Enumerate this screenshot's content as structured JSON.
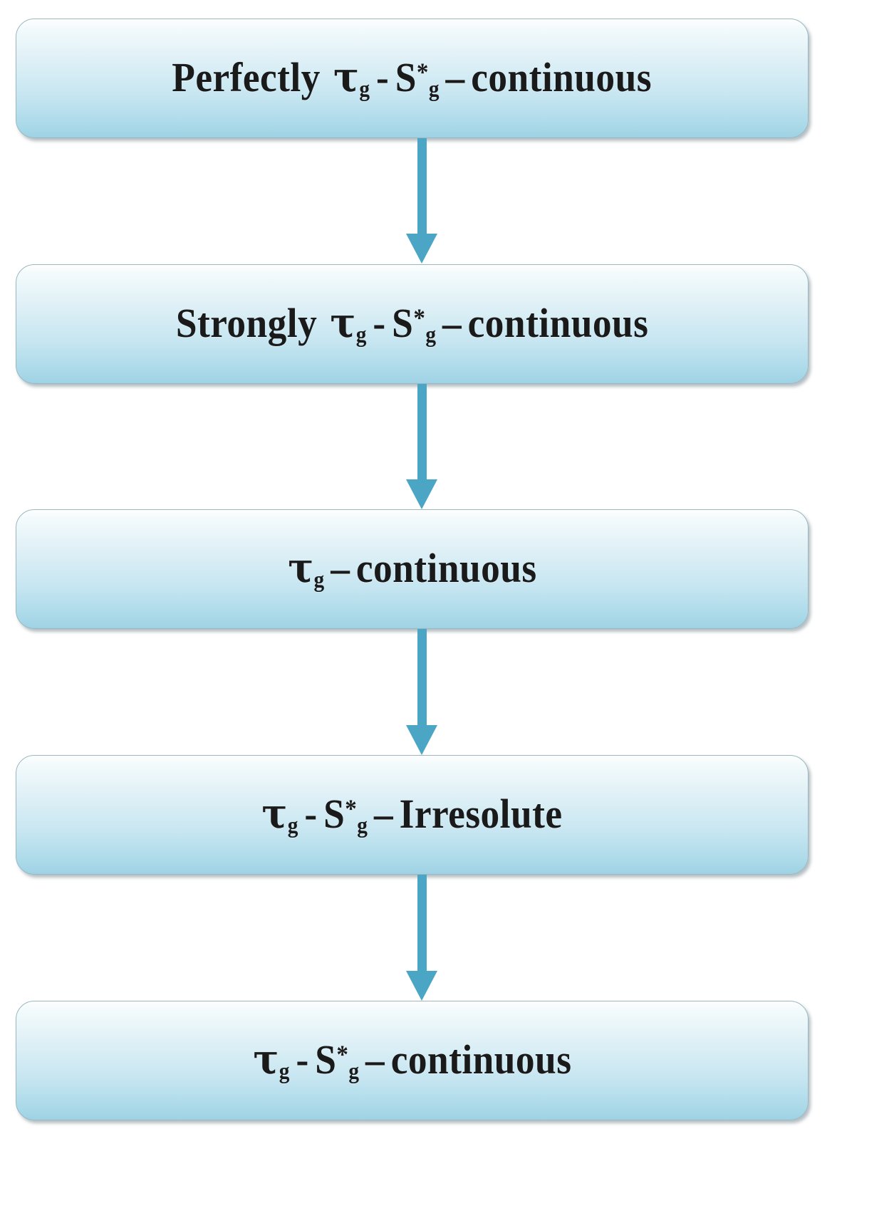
{
  "diagram": {
    "type": "flowchart",
    "orientation": "vertical-top-down",
    "colors": {
      "box_fill_top": "#fdfefe",
      "box_fill_bottom": "#9ed2e4",
      "box_border": "#9ab7c2",
      "arrow": "#4aa6c4",
      "text": "#1a1a1a",
      "background": "#ffffff"
    },
    "nodes": [
      {
        "id": "node-0",
        "text": "Perfectly τg - S*g – continuous",
        "prefix": "Perfectly",
        "tau": "τ",
        "tau_sub": "g",
        "dash1": "-",
        "s": "S",
        "s_sup": "*",
        "s_sub": "g",
        "dash2": "–",
        "suffix": "continuous"
      },
      {
        "id": "node-1",
        "text": "Strongly τg - S*g – continuous",
        "prefix": "Strongly",
        "tau": "τ",
        "tau_sub": "g",
        "dash1": "-",
        "s": "S",
        "s_sup": "*",
        "s_sub": "g",
        "dash2": "–",
        "suffix": "continuous"
      },
      {
        "id": "node-2",
        "text": "τg – continuous",
        "prefix": "",
        "tau": "τ",
        "tau_sub": "g",
        "dash1": "",
        "s": "",
        "s_sup": "",
        "s_sub": "",
        "dash2": "–",
        "suffix": "continuous"
      },
      {
        "id": "node-3",
        "text": "τg - S*g – Irresolute",
        "prefix": "",
        "tau": "τ",
        "tau_sub": "g",
        "dash1": "-",
        "s": "S",
        "s_sup": "*",
        "s_sub": "g",
        "dash2": "–",
        "suffix": "Irresolute"
      },
      {
        "id": "node-4",
        "text": "τg - S*g – continuous",
        "prefix": "",
        "tau": "τ",
        "tau_sub": "g",
        "dash1": "-",
        "s": "S",
        "s_sup": "*",
        "s_sub": "g",
        "dash2": "–",
        "suffix": "continuous"
      }
    ],
    "edges": [
      {
        "id": "arrow-0",
        "from": "node-0",
        "to": "node-1",
        "style": "solid-down-arrow"
      },
      {
        "id": "arrow-1",
        "from": "node-1",
        "to": "node-2",
        "style": "solid-down-arrow"
      },
      {
        "id": "arrow-2",
        "from": "node-2",
        "to": "node-3",
        "style": "solid-down-arrow"
      },
      {
        "id": "arrow-3",
        "from": "node-3",
        "to": "node-4",
        "style": "solid-down-arrow"
      }
    ]
  }
}
